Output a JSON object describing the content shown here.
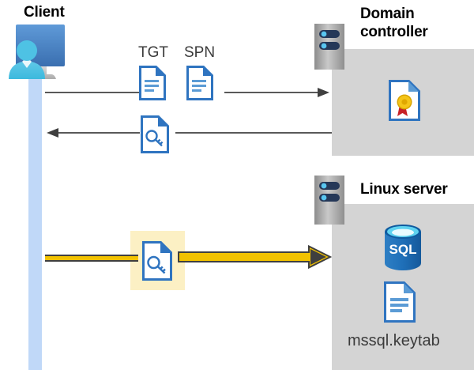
{
  "diagram": {
    "title": "Kerberos authentication flow between client, domain controller and Linux server",
    "type": "sequence-diagram"
  },
  "actors": {
    "client": {
      "label": "Client",
      "icon": "client-computer-icon"
    },
    "domain_controller": {
      "label_line1": "Domain",
      "label_line2": "controller",
      "icon": "server-rack-icon",
      "contents": [
        {
          "icon": "certificate-icon",
          "label": ""
        }
      ]
    },
    "linux_server": {
      "label": "Linux server",
      "icon": "server-rack-icon",
      "contents": [
        {
          "icon": "sql-database-icon",
          "label": ""
        },
        {
          "icon": "document-icon",
          "label": "mssql.keytab"
        }
      ]
    }
  },
  "messages": [
    {
      "id": "request",
      "direction": "right",
      "artifacts": [
        {
          "label": "TGT",
          "icon": "document-icon"
        },
        {
          "label": "SPN",
          "icon": "document-icon"
        }
      ],
      "color": "#595959"
    },
    {
      "id": "response",
      "direction": "left",
      "artifacts": [
        {
          "label": "",
          "icon": "key-document-icon"
        }
      ],
      "color": "#595959"
    },
    {
      "id": "authenticate",
      "direction": "right",
      "artifacts": [
        {
          "label": "",
          "icon": "key-document-icon",
          "highlighted": true
        }
      ],
      "color": "#f2c200"
    }
  ],
  "colors": {
    "accent_blue": "#2f74c0",
    "light_blue_lifeline": "#c0d8f8",
    "gray_panel": "#d4d4d4",
    "arrow_gray": "#595959",
    "arrow_yellow": "#f2c200",
    "highlight_yellow": "#fcf0c4",
    "server_navy": "#253858",
    "sql_blue": "#1d6cb5",
    "certificate_gold": "#f5c518",
    "certificate_red": "#c72127",
    "text_dark": "#3b3b3b"
  }
}
